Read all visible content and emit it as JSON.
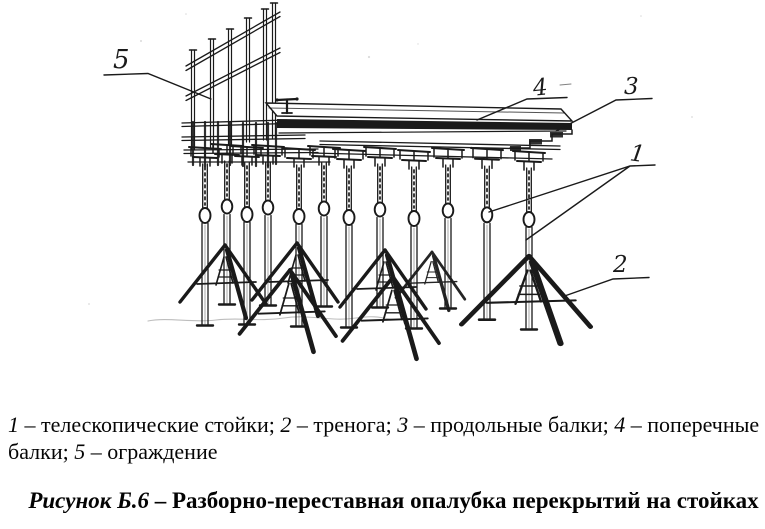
{
  "page": {
    "background": "#ffffff",
    "ink_color": "#1a1a1a"
  },
  "figure": {
    "type": "technical-drawing",
    "labels": [
      {
        "text": "5"
      },
      {
        "text": "4"
      },
      {
        "text": "3"
      },
      {
        "text": "1"
      },
      {
        "text": "2"
      }
    ]
  },
  "legend": {
    "lines": [
      {
        "tokens": [
          {
            "text": "1",
            "italic": true
          },
          {
            "text": " – телескопические стойки; ",
            "italic": false
          },
          {
            "text": "2",
            "italic": true
          },
          {
            "text": " – тренога; ",
            "italic": false
          },
          {
            "text": "3",
            "italic": true
          },
          {
            "text": " – продольные балки; ",
            "italic": false
          },
          {
            "text": "4",
            "italic": true
          },
          {
            "text": " – поперечные",
            "italic": false
          }
        ]
      },
      {
        "tokens": [
          {
            "text": "балки; ",
            "italic": false
          },
          {
            "text": "5",
            "italic": true
          },
          {
            "text": " – ограждение",
            "italic": false
          }
        ]
      }
    ]
  },
  "caption": {
    "figure_label": "Рисунок Б.6",
    "separator": " – ",
    "title": "Разборно-переставная опалубка перекрытий на стойках"
  }
}
